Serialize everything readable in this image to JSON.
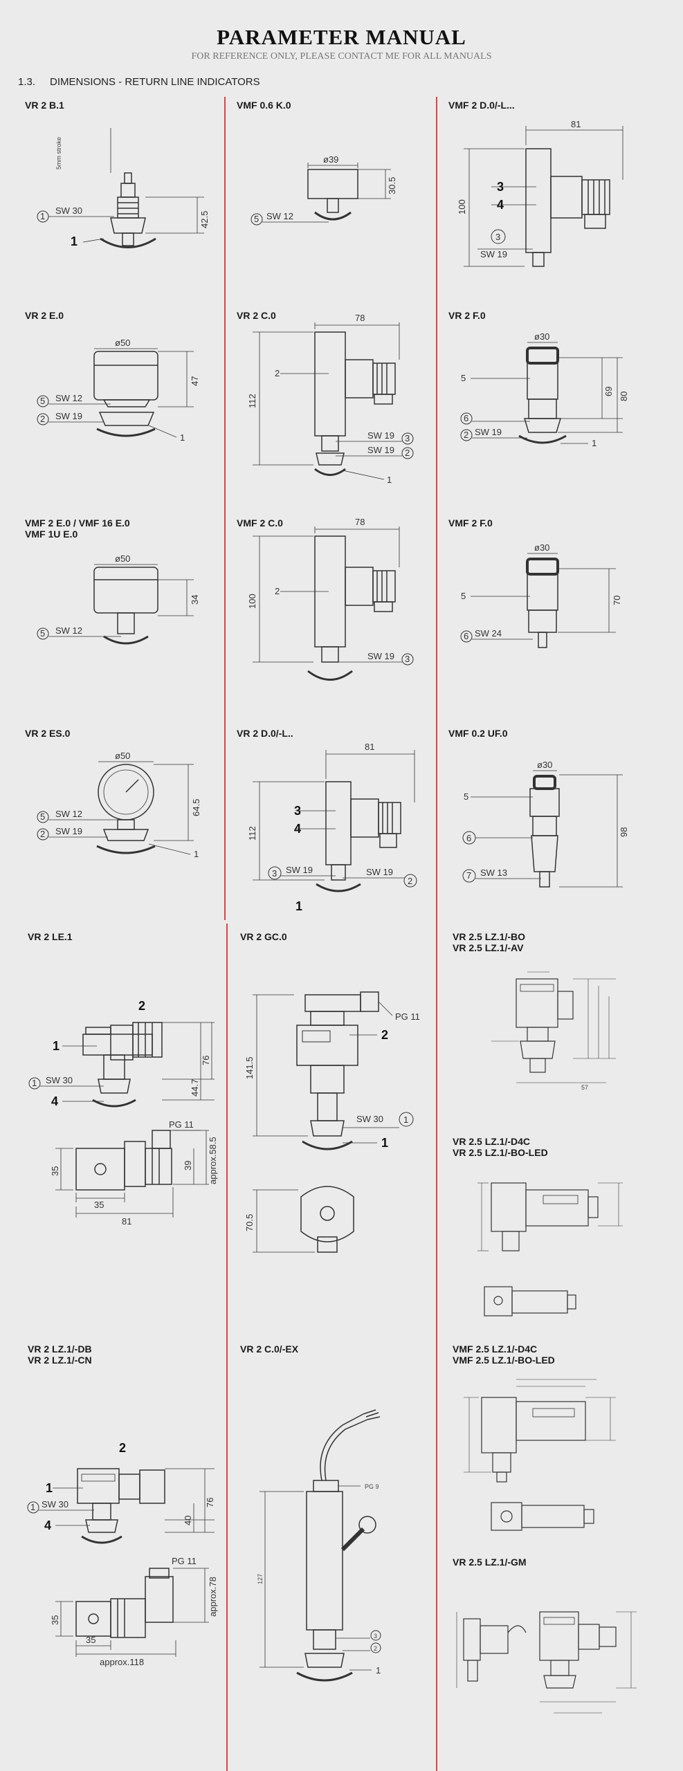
{
  "header": {
    "title": "PARAMETER MANUAL",
    "subtitle": "FOR REFERENCE ONLY, PLEASE CONTACT ME FOR ALL MANUALS",
    "section_number": "1.3.",
    "section_title": "DIMENSIONS - RETURN LINE INDICATORS"
  },
  "labels": {
    "r1c1": "VR 2 B.1",
    "r1c2": "VMF 0.6 K.0",
    "r1c3": "VMF 2 D.0/-L...",
    "r2c1": "VR 2 E.0",
    "r2c2": "VR 2 C.0",
    "r2c3": "VR 2 F.0",
    "r3c1a": "VMF 2 E.0 / VMF 16 E.0",
    "r3c1b": "VMF 1U E.0",
    "r3c2": "VMF 2 C.0",
    "r3c3": "VMF 2 F.0",
    "r4c1": "VR 2 ES.0",
    "r4c2": "VR 2 D.0/-L..",
    "r4c3": "VMF 0.2 UF.0",
    "r5c1": "VR 2 LE.1",
    "r5c2": "VR 2 GC.0",
    "r5c3a": "VR 2.5 LZ.1/-BO",
    "r5c3b": "VR 2.5 LZ.1/-AV",
    "r5c3c": "VR 2.5 LZ.1/-D4C",
    "r5c3d": "VR 2.5 LZ.1/-BO-LED",
    "r6c1a": "VR 2 LZ.1/-DB",
    "r6c1b": "VR 2 LZ.1/-CN",
    "r6c2": "VR 2 C.0/-EX",
    "r6c3a": "VMF 2.5 LZ.1/-D4C",
    "r6c3b": "VMF 2.5 LZ.1/-BO-LED",
    "r6c3c": "VR 2.5 LZ.1/-GM"
  },
  "dims": {
    "stroke": "5mm stroke",
    "sw30": "SW 30",
    "sw12": "SW 12",
    "sw19": "SW 19",
    "sw24": "SW 24",
    "sw13": "SW 13",
    "d425": "42.5",
    "d39": "ø39",
    "d305": "30.5",
    "d81": "81",
    "d100": "100",
    "d50": "ø50",
    "d47": "47",
    "d78": "78",
    "d112": "112",
    "d30": "ø30",
    "d69": "69",
    "d80": "80",
    "d34": "34",
    "d70": "70",
    "d645": "64.5",
    "d98": "98",
    "d76": "76",
    "d447": "44.7",
    "pg11": "PG 11",
    "d35": "35",
    "d39b": "39",
    "approx585": "approx.58.5",
    "d1415": "141.5",
    "d705": "70.5",
    "d40": "40",
    "approx78": "approx.78",
    "approx118": "approx.118",
    "pg9": "PG 9",
    "d127": "127",
    "n1": "1",
    "n2": "2",
    "n3": "3",
    "n4": "4",
    "n5": "5",
    "n6": "6",
    "n7": "7"
  },
  "colors": {
    "separator": "#d44444",
    "background": "#ebebeb",
    "line": "#333333"
  }
}
